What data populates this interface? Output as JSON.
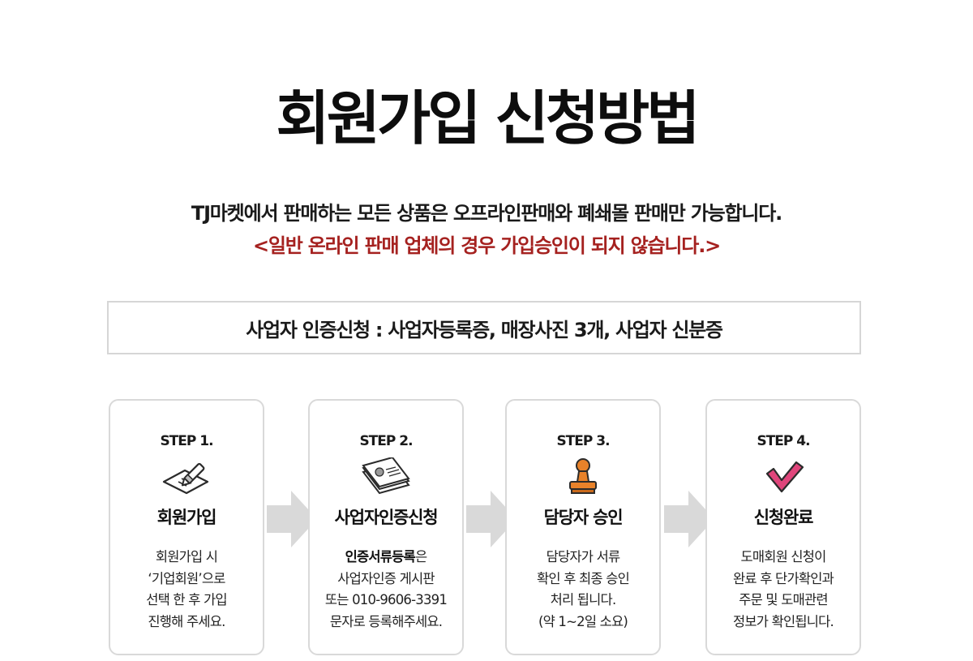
{
  "title": "회원가입 신청방법",
  "intro": {
    "line1": "TJ마켓에서 판매하는 모든 상품은 오프라인판매와 폐쇄몰 판매만 가능합니다.",
    "line2": "<일반 온라인 판매 업체의 경우 가입승인이 되지 않습니다.>"
  },
  "requirement": "사업자 인증신청 : 사업자등록증, 매장사진 3개, 사업자 신분증",
  "colors": {
    "accent_red": "#a5211f",
    "arrow_gray": "#d9d9d9",
    "border_gray": "#d9d9d9",
    "icon_orange": "#e8822a",
    "icon_pink": "#e0457b"
  },
  "steps": [
    {
      "label": "STEP 1.",
      "icon": "pen-writing-icon",
      "title": "회원가입",
      "desc": [
        "회원가입 시",
        "‘기업회원’으로",
        "선택 한 후 가입",
        "진행해 주세요."
      ]
    },
    {
      "label": "STEP 2.",
      "icon": "documents-stamp-icon",
      "title": "사업자인증신청",
      "desc_bold": "인증서류등록",
      "desc_suffix": "은",
      "desc": [
        "사업자인증 게시판",
        "또는 010-9606-3391",
        "문자로 등록해주세요."
      ]
    },
    {
      "label": "STEP 3.",
      "icon": "approval-stamp-icon",
      "title": "담당자 승인",
      "desc": [
        "담당자가 서류",
        "확인 후 최종 승인",
        "처리 됩니다.",
        "(약 1~2일 소요)"
      ]
    },
    {
      "label": "STEP 4.",
      "icon": "checkmark-icon",
      "title": "신청완료",
      "desc": [
        "도매회원 신청이",
        "완료 후 단가확인과",
        "주문 및 도매관련",
        "정보가 확인됩니다."
      ]
    }
  ]
}
